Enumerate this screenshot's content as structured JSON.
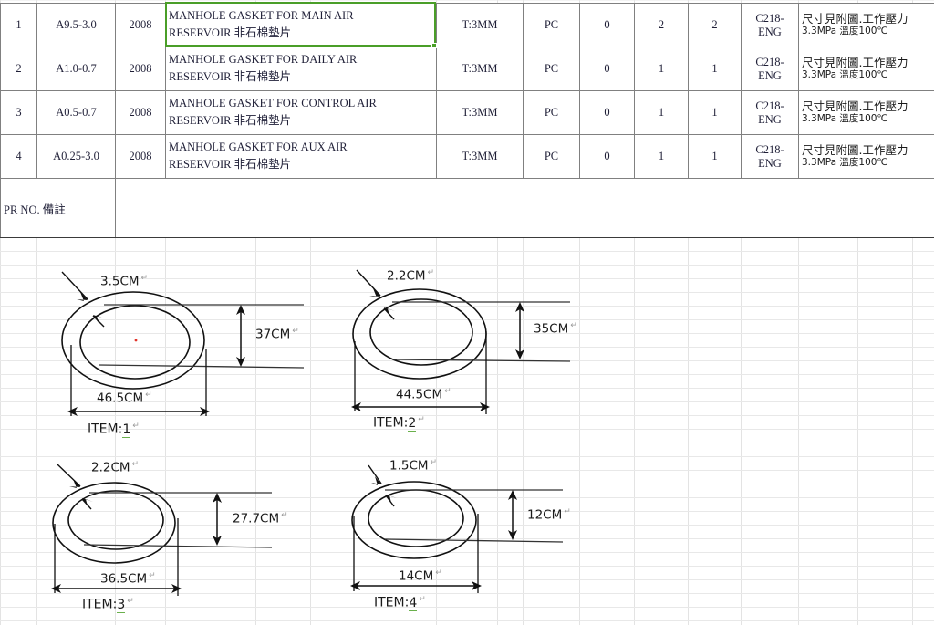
{
  "table": {
    "columns": [
      "no",
      "code",
      "year",
      "description",
      "spec",
      "unit",
      "qty_a",
      "qty_b",
      "qty_c",
      "drawing",
      "remark"
    ],
    "rows": [
      {
        "no": "1",
        "code": "A9.5-3.0",
        "year": "2008",
        "desc_line1": "MANHOLE GASKET FOR MAIN AIR",
        "desc_line2_en": "RESERVOIR",
        "desc_line2_cn": "非石棉墊片",
        "spec": "T:3MM",
        "unit": "PC",
        "qty_a": "0",
        "qty_b": "2",
        "qty_c": "2",
        "drawing": "C218-ENG",
        "remark_line1": "尺寸見附圖.工作壓力",
        "remark_line2": "3.3MPa 溫度100℃",
        "selected": true
      },
      {
        "no": "2",
        "code": "A1.0-0.7",
        "year": "2008",
        "desc_line1": "MANHOLE GASKET FOR DAILY AIR",
        "desc_line2_en": "RESERVOIR",
        "desc_line2_cn": "非石棉墊片",
        "spec": "T:3MM",
        "unit": "PC",
        "qty_a": "0",
        "qty_b": "1",
        "qty_c": "1",
        "drawing": "C218-ENG",
        "remark_line1": "尺寸見附圖.工作壓力",
        "remark_line2": "3.3MPa 溫度100℃",
        "selected": false
      },
      {
        "no": "3",
        "code": "A0.5-0.7",
        "year": "2008",
        "desc_line1": "MANHOLE GASKET FOR CONTROL AIR",
        "desc_line2_en": "RESERVOIR",
        "desc_line2_cn": "非石棉墊片",
        "spec": "T:3MM",
        "unit": "PC",
        "qty_a": "0",
        "qty_b": "1",
        "qty_c": "1",
        "drawing": "C218-ENG",
        "remark_line1": "尺寸見附圖.工作壓力",
        "remark_line2": "3.3MPa 溫度100℃",
        "selected": false
      },
      {
        "no": "4",
        "code": "A0.25-3.0",
        "year": "2008",
        "desc_line1": "MANHOLE GASKET FOR AUX AIR",
        "desc_line2_en": "RESERVOIR",
        "desc_line2_cn": "非石棉墊片",
        "spec": "T:3MM",
        "unit": "PC",
        "qty_a": "0",
        "qty_b": "1",
        "qty_c": "1",
        "drawing": "C218-ENG",
        "remark_line1": "尺寸見附圖.工作壓力",
        "remark_line2": "3.3MPa 溫度100℃",
        "selected": false
      }
    ],
    "footer": {
      "label_en": "PR NO.",
      "label_cn": "備註",
      "value": ""
    }
  },
  "colors": {
    "selection_green": "#4a9e28",
    "highlight_yellow": "#ffff00",
    "grid_line": "#e3e3e3",
    "border_dark": "#808080",
    "ink": "#1a1a1a"
  },
  "drawings": [
    {
      "item_label": "ITEM:",
      "item_number": "1",
      "thickness": "3.5CM",
      "height": "37CM",
      "width": "46.5CM",
      "shape": "annulus-ellipse"
    },
    {
      "item_label": "ITEM:",
      "item_number": "2",
      "thickness": "2.2CM",
      "height": "35CM",
      "width": "44.5CM",
      "shape": "annulus-ellipse"
    },
    {
      "item_label": "ITEM:",
      "item_number": "3",
      "thickness": "2.2CM",
      "height": "27.7CM",
      "width": "36.5CM",
      "shape": "annulus-ellipse"
    },
    {
      "item_label": "ITEM:",
      "item_number": "4",
      "thickness": "1.5CM",
      "height": "12CM",
      "width": "14CM",
      "shape": "annulus-ellipse"
    }
  ]
}
